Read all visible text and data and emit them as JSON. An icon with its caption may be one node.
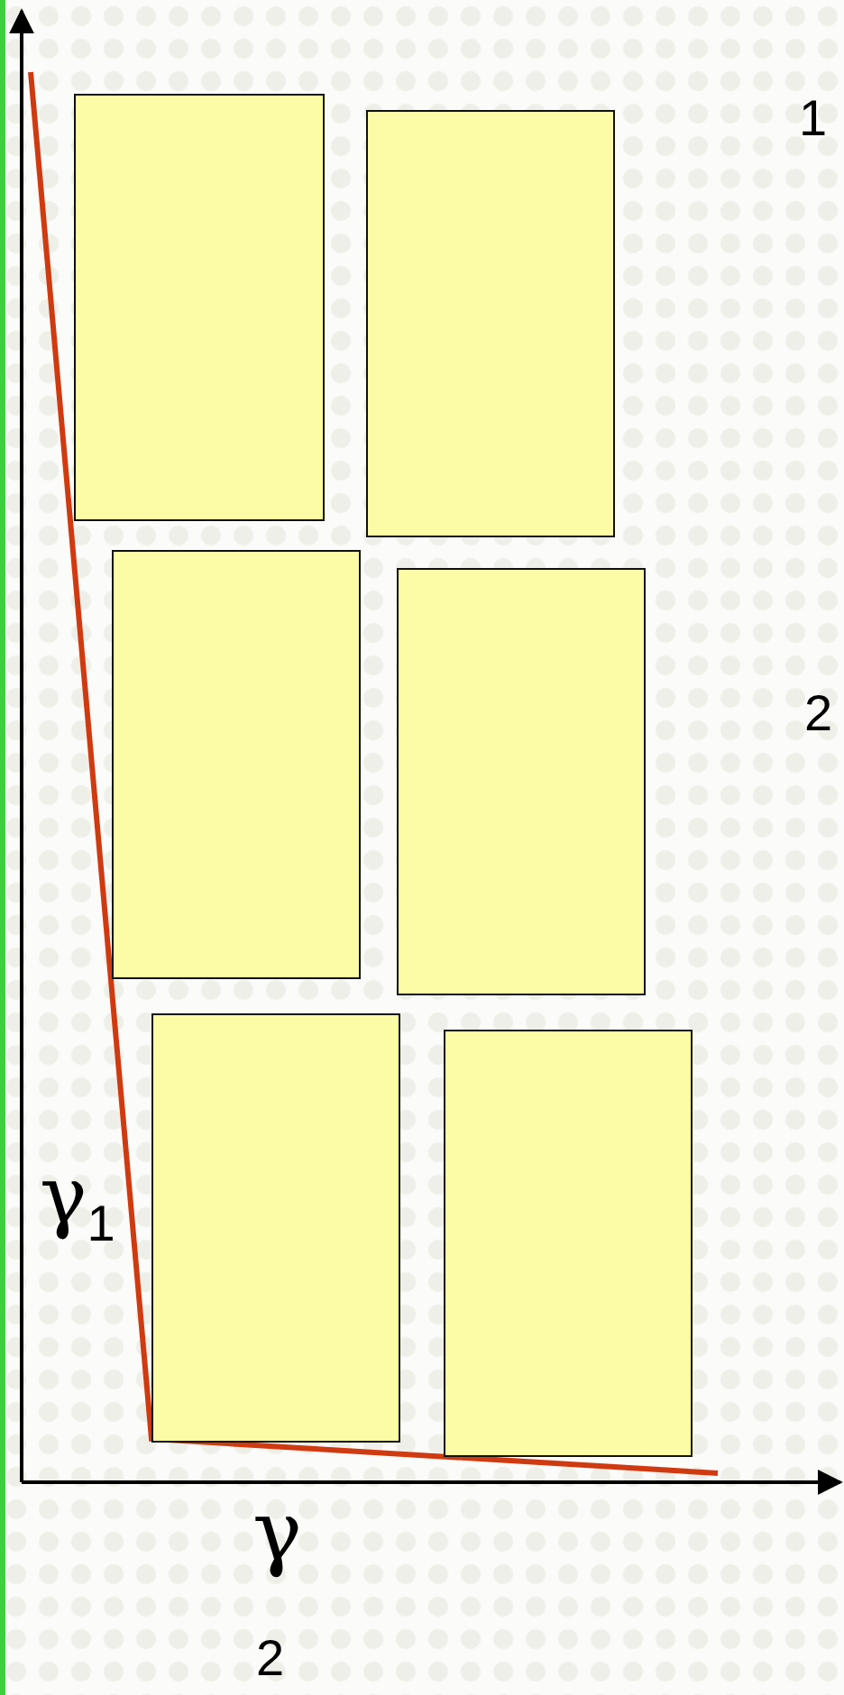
{
  "diagram": {
    "nodes": [
      {
        "text": [],
        "shape": "box"
      },
      {
        "text": [],
        "shape": "box"
      },
      {
        "text": [],
        "shape": "box"
      },
      {
        "text": [],
        "shape": "box"
      },
      {
        "text": [],
        "shape": "box"
      },
      {
        "text": [],
        "shape": "box"
      }
    ],
    "labels": [
      "1",
      "2",
      "γ$_{1}$",
      "γ",
      "2"
    ]
  }
}
